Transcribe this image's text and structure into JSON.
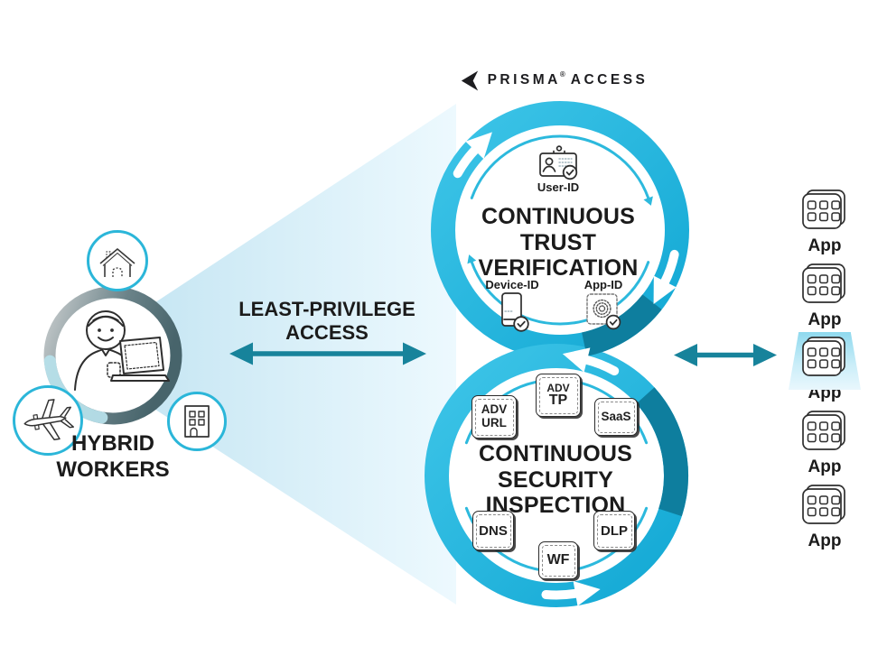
{
  "logo": {
    "brand": "PRISMA",
    "registered": "®",
    "product": "ACCESS"
  },
  "hybrid": {
    "line1": "HYBRID",
    "line2": "WORKERS"
  },
  "access": {
    "line1": "LEAST-PRIVILEGE",
    "line2": "ACCESS"
  },
  "trust": {
    "title": [
      "CONTINUOUS",
      "TRUST",
      "VERIFICATION"
    ],
    "items": {
      "user_id": {
        "label": "User-ID"
      },
      "device_id": {
        "label": "Device-ID"
      },
      "app_id": {
        "label": "App-ID"
      }
    }
  },
  "security": {
    "title": [
      "CONTINUOUS",
      "SECURITY",
      "INSPECTION"
    ],
    "badges": {
      "adv_tp": {
        "line1": "ADV",
        "line2": "TP"
      },
      "adv_url": {
        "line1": "ADV",
        "line2": "URL"
      },
      "saas": {
        "label": "SaaS"
      },
      "dns": {
        "label": "DNS"
      },
      "dlp": {
        "label": "DLP"
      },
      "wf": {
        "label": "WF"
      }
    }
  },
  "apps": {
    "items": [
      {
        "label": "App",
        "highlighted": false
      },
      {
        "label": "App",
        "highlighted": false
      },
      {
        "label": "App",
        "highlighted": true
      },
      {
        "label": "App",
        "highlighted": false
      },
      {
        "label": "App",
        "highlighted": false
      }
    ]
  },
  "icons": {
    "prisma-mark-icon": "angular left-pointing brand mark",
    "worker-icon": "person with laptop line art",
    "home-icon": "house outline",
    "airplane-icon": "airplane outline",
    "building-icon": "office building outline",
    "user-id-card-icon": "id badge with checkmark",
    "device-phone-icon": "smartphone with checkmark",
    "app-fingerprint-icon": "fingerprint square with checkmark",
    "app-grid-icon": "stacked app grid tile"
  },
  "colors": {
    "ring_cyan_light": "#3EC5E8",
    "ring_cyan_dark": "#12A8D4",
    "overlap_teal": "#0E7E9E",
    "thin_arc_cyan": "#2CB9DD",
    "arrow_teal": "#17839B",
    "beam_blue": "#C6E6F3",
    "circle_border": "#2BB6D9",
    "text": "#1B1B1B"
  }
}
